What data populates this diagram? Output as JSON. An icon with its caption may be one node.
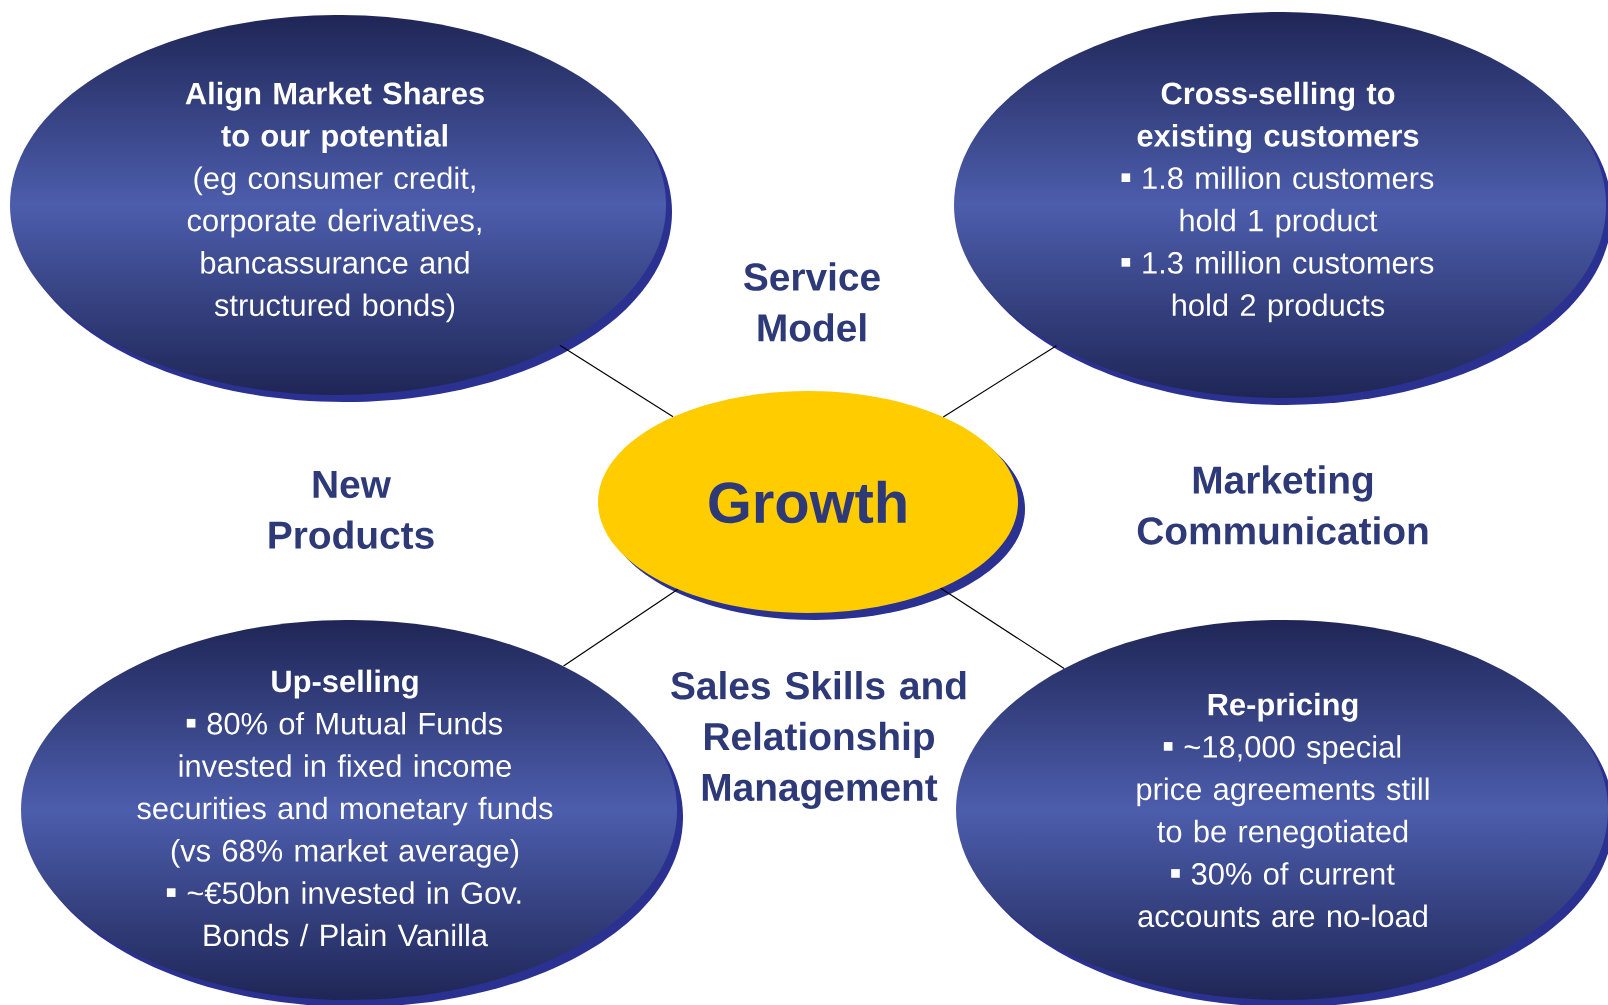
{
  "diagram": {
    "nodes": [
      {
        "text": [
          "Align Market Shares to our potential",
          "(eg consumer credit, corporate derivatives, bancassurance and structured bonds)"
        ]
      },
      {
        "text": [
          "Cross-selling to existing customers",
          "1.8 million customers hold 1 product",
          "1.3 million customers hold 2 products"
        ]
      },
      {
        "text": [
          "Growth"
        ]
      },
      {
        "text": [
          "Up-selling",
          "80% of Mutual Funds invested in fixed income securities and monetary funds (vs 68% market average)",
          "~€50bn invested in Gov. Bonds / Plain Vanilla"
        ]
      },
      {
        "text": [
          "Re-pricing",
          "~18,000 special price agreements still to be renegotiated",
          "30% of current accounts are no-load"
        ]
      }
    ],
    "edges": [
      {
        "from": 0,
        "to": 2,
        "arrow": "none"
      },
      {
        "from": 1,
        "to": 2,
        "arrow": "none"
      },
      {
        "from": 3,
        "to": 2,
        "arrow": "none"
      },
      {
        "from": 4,
        "to": 2,
        "arrow": "none"
      }
    ],
    "labels": [
      "Service Model",
      "New Products",
      "Marketing Communication",
      "Sales Skills and Relationship Management"
    ]
  }
}
